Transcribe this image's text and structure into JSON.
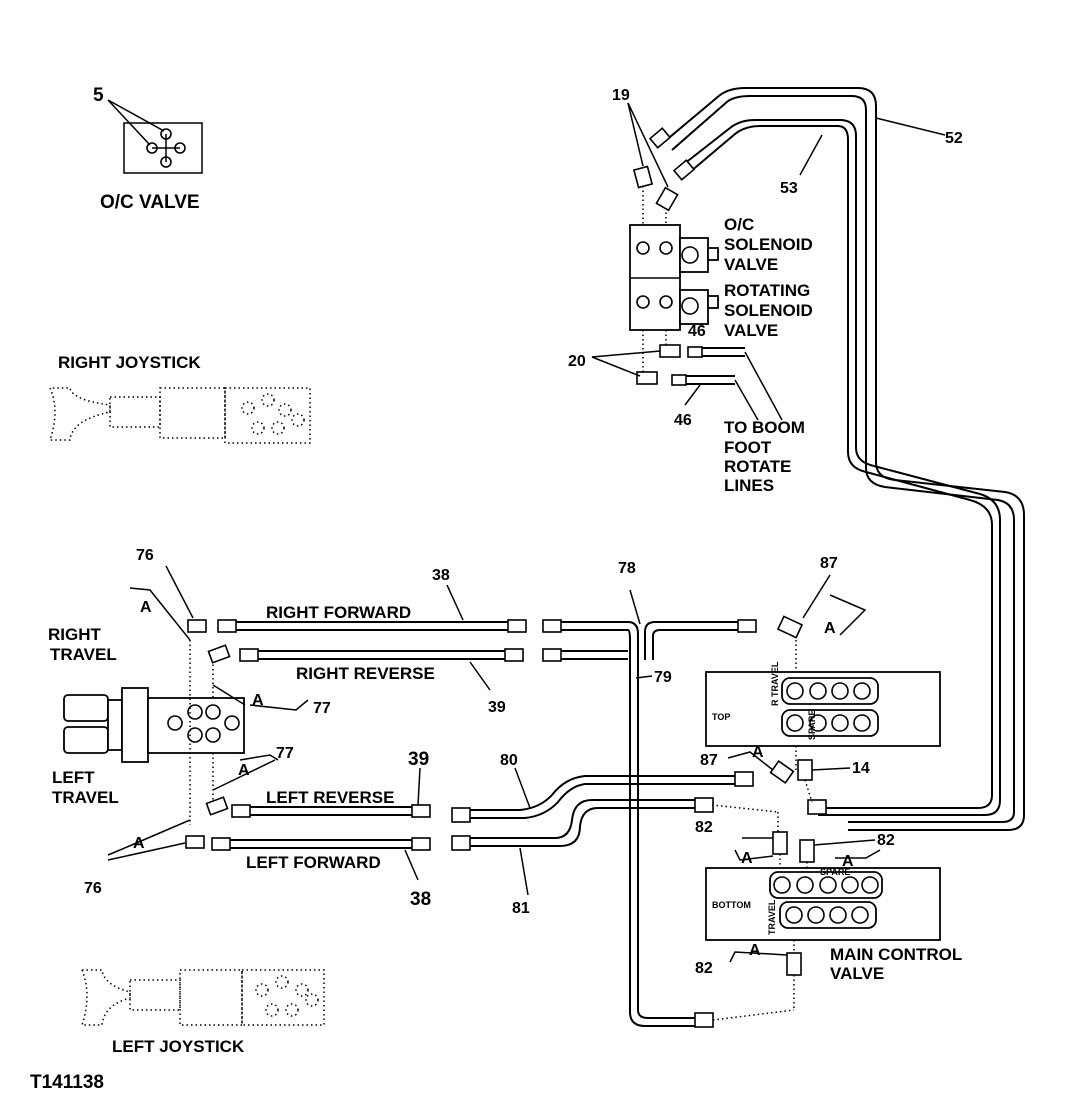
{
  "figure_id": "T141138",
  "labels": {
    "oc_valve": "O/C VALVE",
    "oc_solenoid": [
      "O/C",
      "SOLENOID",
      "VALVE"
    ],
    "rotating_solenoid": [
      "ROTATING",
      "SOLENOID",
      "VALVE"
    ],
    "to_boom": [
      "TO BOOM",
      "FOOT",
      "ROTATE",
      "LINES"
    ],
    "right_joystick": "RIGHT JOYSTICK",
    "left_joystick": "LEFT JOYSTICK",
    "right_travel": [
      "RIGHT",
      "TRAVEL"
    ],
    "left_travel": [
      "LEFT",
      "TRAVEL"
    ],
    "right_forward": "RIGHT FORWARD",
    "right_reverse": "RIGHT REVERSE",
    "left_reverse": "LEFT REVERSE",
    "left_forward": "LEFT FORWARD",
    "main_control": [
      "MAIN CONTROL",
      "VALVE"
    ],
    "top": "TOP",
    "bottom": "BOTTOM",
    "r_travel": "R TRAVEL",
    "spare": "SPARE",
    "travel": "TRAVEL"
  },
  "callouts": {
    "c5": "5",
    "c19": "19",
    "c52": "52",
    "c53": "53",
    "c46a": "46",
    "c46b": "46",
    "c20": "20",
    "c76a": "76",
    "c76b": "76",
    "c38a": "38",
    "c38b": "38",
    "c39a": "39",
    "c39b": "39",
    "c78": "78",
    "c79": "79",
    "c87a": "87",
    "c87b": "87",
    "c77a": "77",
    "c77b": "77",
    "c80": "80",
    "c81": "81",
    "c14": "14",
    "c82a": "82",
    "c82b": "82",
    "c82c": "82",
    "a1": "A",
    "a2": "A",
    "a3": "A",
    "a4": "A",
    "a5": "A",
    "a6": "A",
    "a7": "A",
    "a8": "A",
    "a9": "A"
  }
}
